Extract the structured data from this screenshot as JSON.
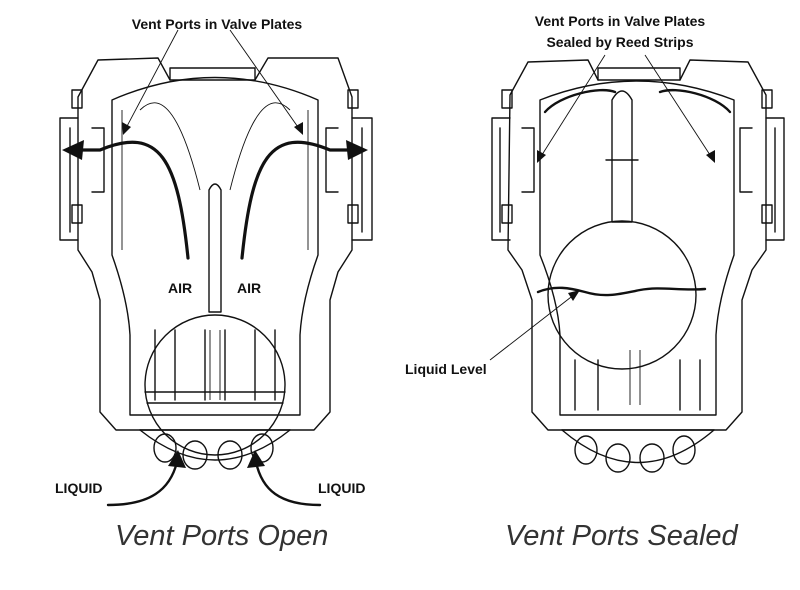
{
  "labels": {
    "left_top": "Vent Ports in Valve Plates",
    "right_top_line1": "Vent Ports in Valve Plates",
    "right_top_line2": "Sealed by Reed Strips",
    "air_left": "AIR",
    "air_right": "AIR",
    "liquid_left": "LIQUID",
    "liquid_right": "LIQUID",
    "liquid_level": "Liquid Level"
  },
  "captions": {
    "left": "Vent Ports Open",
    "right": "Vent Ports Sealed"
  }
}
